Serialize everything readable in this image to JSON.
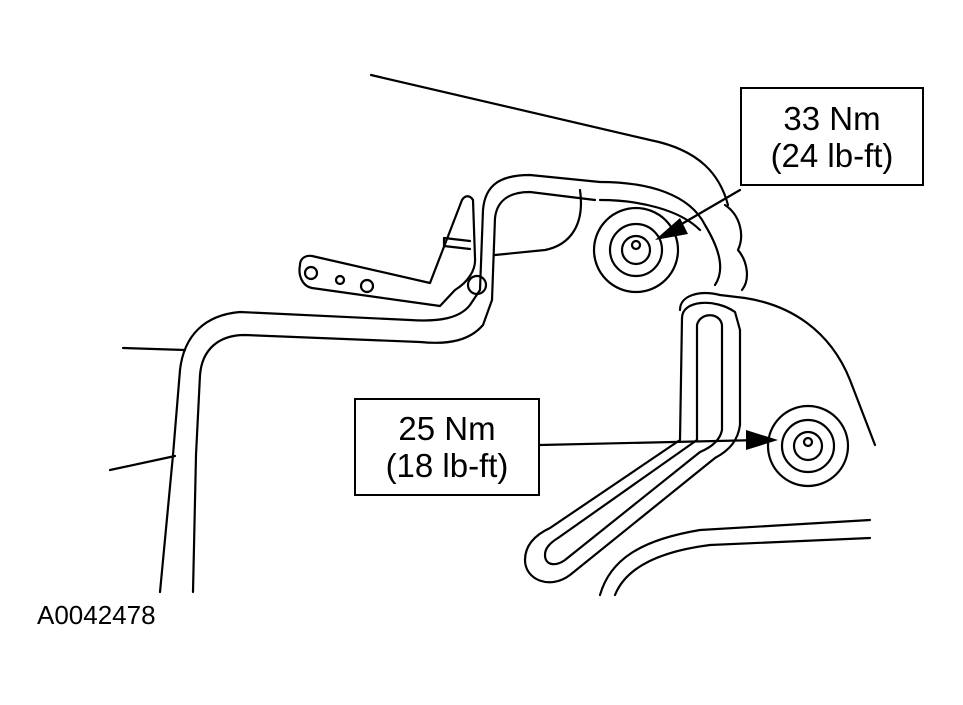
{
  "callouts": {
    "upper": {
      "metric": "33 Nm",
      "imperial": "(24 lb-ft)"
    },
    "lower": {
      "metric": "25 Nm",
      "imperial": "(18 lb-ft)"
    }
  },
  "figure_id": "A0042478",
  "colors": {
    "line": "#000000",
    "background": "#ffffff"
  }
}
